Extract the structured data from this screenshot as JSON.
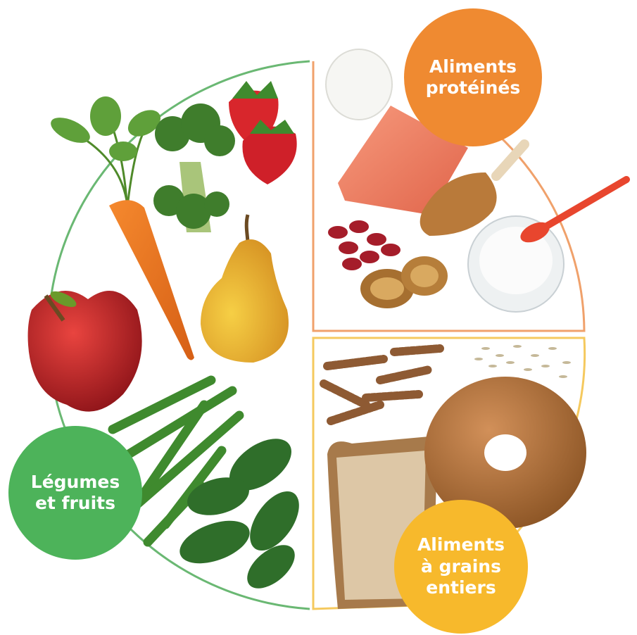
{
  "sections": {
    "vegetables_fruits": {
      "line1": "Légumes",
      "line2": "et fruits",
      "color": "#4db35a"
    },
    "protein_foods": {
      "line1": "Aliments",
      "line2": "protéinés",
      "color": "#ef8a31"
    },
    "whole_grains": {
      "line1": "Aliments",
      "line2": "à grains",
      "line3": "entiers",
      "color": "#f7b92c"
    }
  },
  "plate_border_colors": {
    "left": "#6ab873",
    "top_right": "#f0a16b",
    "bottom_right": "#f5c95e"
  },
  "foods": {
    "vegetables_fruits": [
      "carrot",
      "broccoli",
      "strawberries",
      "pear",
      "apple",
      "green-beans",
      "spinach"
    ],
    "protein_foods": [
      "egg",
      "salmon",
      "chicken-drumstick",
      "kidney-beans",
      "walnuts",
      "yogurt"
    ],
    "whole_grains": [
      "rotini-pasta",
      "rice",
      "bagel",
      "bread-slice"
    ]
  }
}
